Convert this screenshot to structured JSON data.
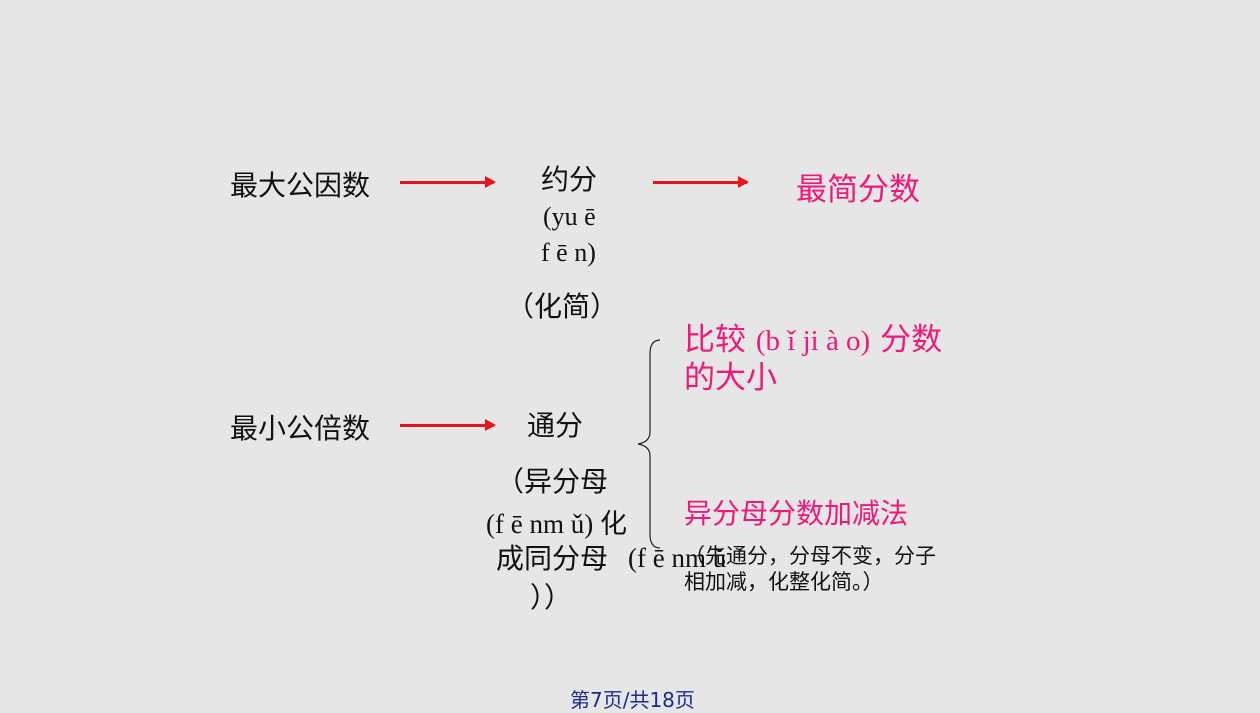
{
  "row1": {
    "source": "最大公因数",
    "op": "约分",
    "op_pinyin_1": "(yu ē",
    "op_pinyin_2": "f ē n)",
    "op_note": "（化简）",
    "result": "最简分数"
  },
  "row2": {
    "source": "最小公倍数",
    "op": "通分",
    "note_line1": "（异分母",
    "note_line2": "(f ē nm ǔ) 化",
    "note_line3": "成同分母",
    "note_line3b": "(f ē nm ǔ",
    "note_line4": "））",
    "branch1_line1": "比较",
    "branch1_pinyin": "(b ǐ ji à o)",
    "branch1_tail": "分数",
    "branch1_line2": "的大小",
    "branch2_title": "异分母分数加减法",
    "branch2_note1": "（先通分，分母不变，分子",
    "branch2_note2": "相加减，化整化简。）"
  },
  "footer": {
    "page": "第7页/共18页"
  },
  "colors": {
    "accent": "#f0187a",
    "arrow": "#e8131b",
    "footer": "#1d2a8f"
  }
}
